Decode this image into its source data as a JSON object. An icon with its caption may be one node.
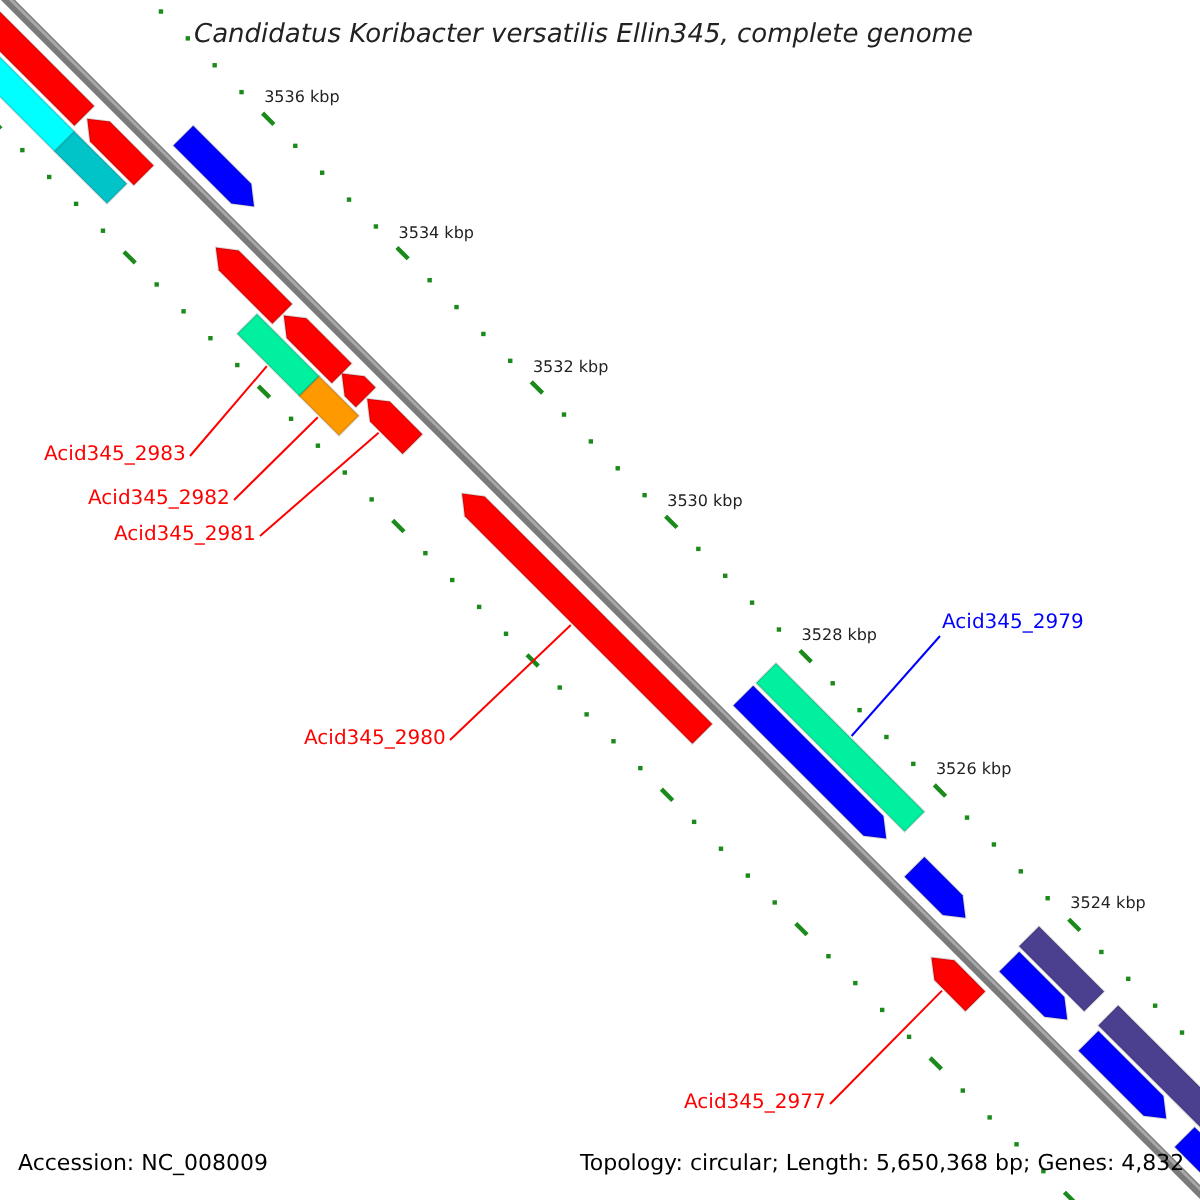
{
  "diagram": {
    "title": "Candidatus Koribacter versatilis Ellin345, complete genome",
    "nodes": [
      {
        "text": [
          "Acid345_2983"
        ]
      },
      {
        "text": [],
        "shape": "bar"
      },
      {
        "text": [
          "Acid345_2982"
        ]
      },
      {
        "text": [],
        "shape": "bar"
      },
      {
        "text": [
          "Acid345_2981"
        ]
      },
      {
        "text": [],
        "shape": "bar"
      },
      {
        "text": [
          "Acid345_2980"
        ]
      },
      {
        "text": [],
        "shape": "bar"
      },
      {
        "text": [
          "Acid345_2979"
        ]
      },
      {
        "text": [],
        "shape": "bar"
      },
      {
        "text": [
          "Acid345_2977"
        ]
      },
      {
        "text": [],
        "shape": "bar"
      },
      {
        "text": [],
        "shape": "bar"
      },
      {
        "text": [],
        "shape": "bar"
      },
      {
        "text": [],
        "shape": "bar"
      },
      {
        "text": [],
        "shape": "bar"
      },
      {
        "text": [],
        "shape": "bar"
      },
      {
        "text": [],
        "shape": "bar"
      },
      {
        "text": [],
        "shape": "bar"
      },
      {
        "text": [],
        "shape": "bar"
      },
      {
        "text": [],
        "shape": "bar"
      },
      {
        "text": [],
        "shape": "bar"
      },
      {
        "text": [],
        "shape": "bar"
      },
      {
        "text": [],
        "shape": "bar"
      },
      {
        "text": [],
        "shape": "bar"
      },
      {
        "text": [],
        "shape": "bar"
      },
      {
        "text": [],
        "shape": "bar"
      }
    ],
    "edges": [
      {
        "from": 0,
        "to": 1,
        "arrow": "none"
      },
      {
        "from": 2,
        "to": 3,
        "arrow": "none"
      },
      {
        "from": 4,
        "to": 5,
        "arrow": "none"
      },
      {
        "from": 6,
        "to": 7,
        "arrow": "none"
      },
      {
        "from": 8,
        "to": 9,
        "arrow": "none",
        "color": "#0000ff"
      },
      {
        "from": 10,
        "to": 11,
        "arrow": "none"
      }
    ],
    "labels": [
      "3536 kbp",
      "3534 kbp",
      "3532 kbp",
      "3530 kbp",
      "3528 kbp",
      "3526 kbp",
      "3524 kbp",
      "Accession: NC_008009",
      "Topology: circular; Length: 5,650,368 bp; Genes: 4,832"
    ]
  }
}
